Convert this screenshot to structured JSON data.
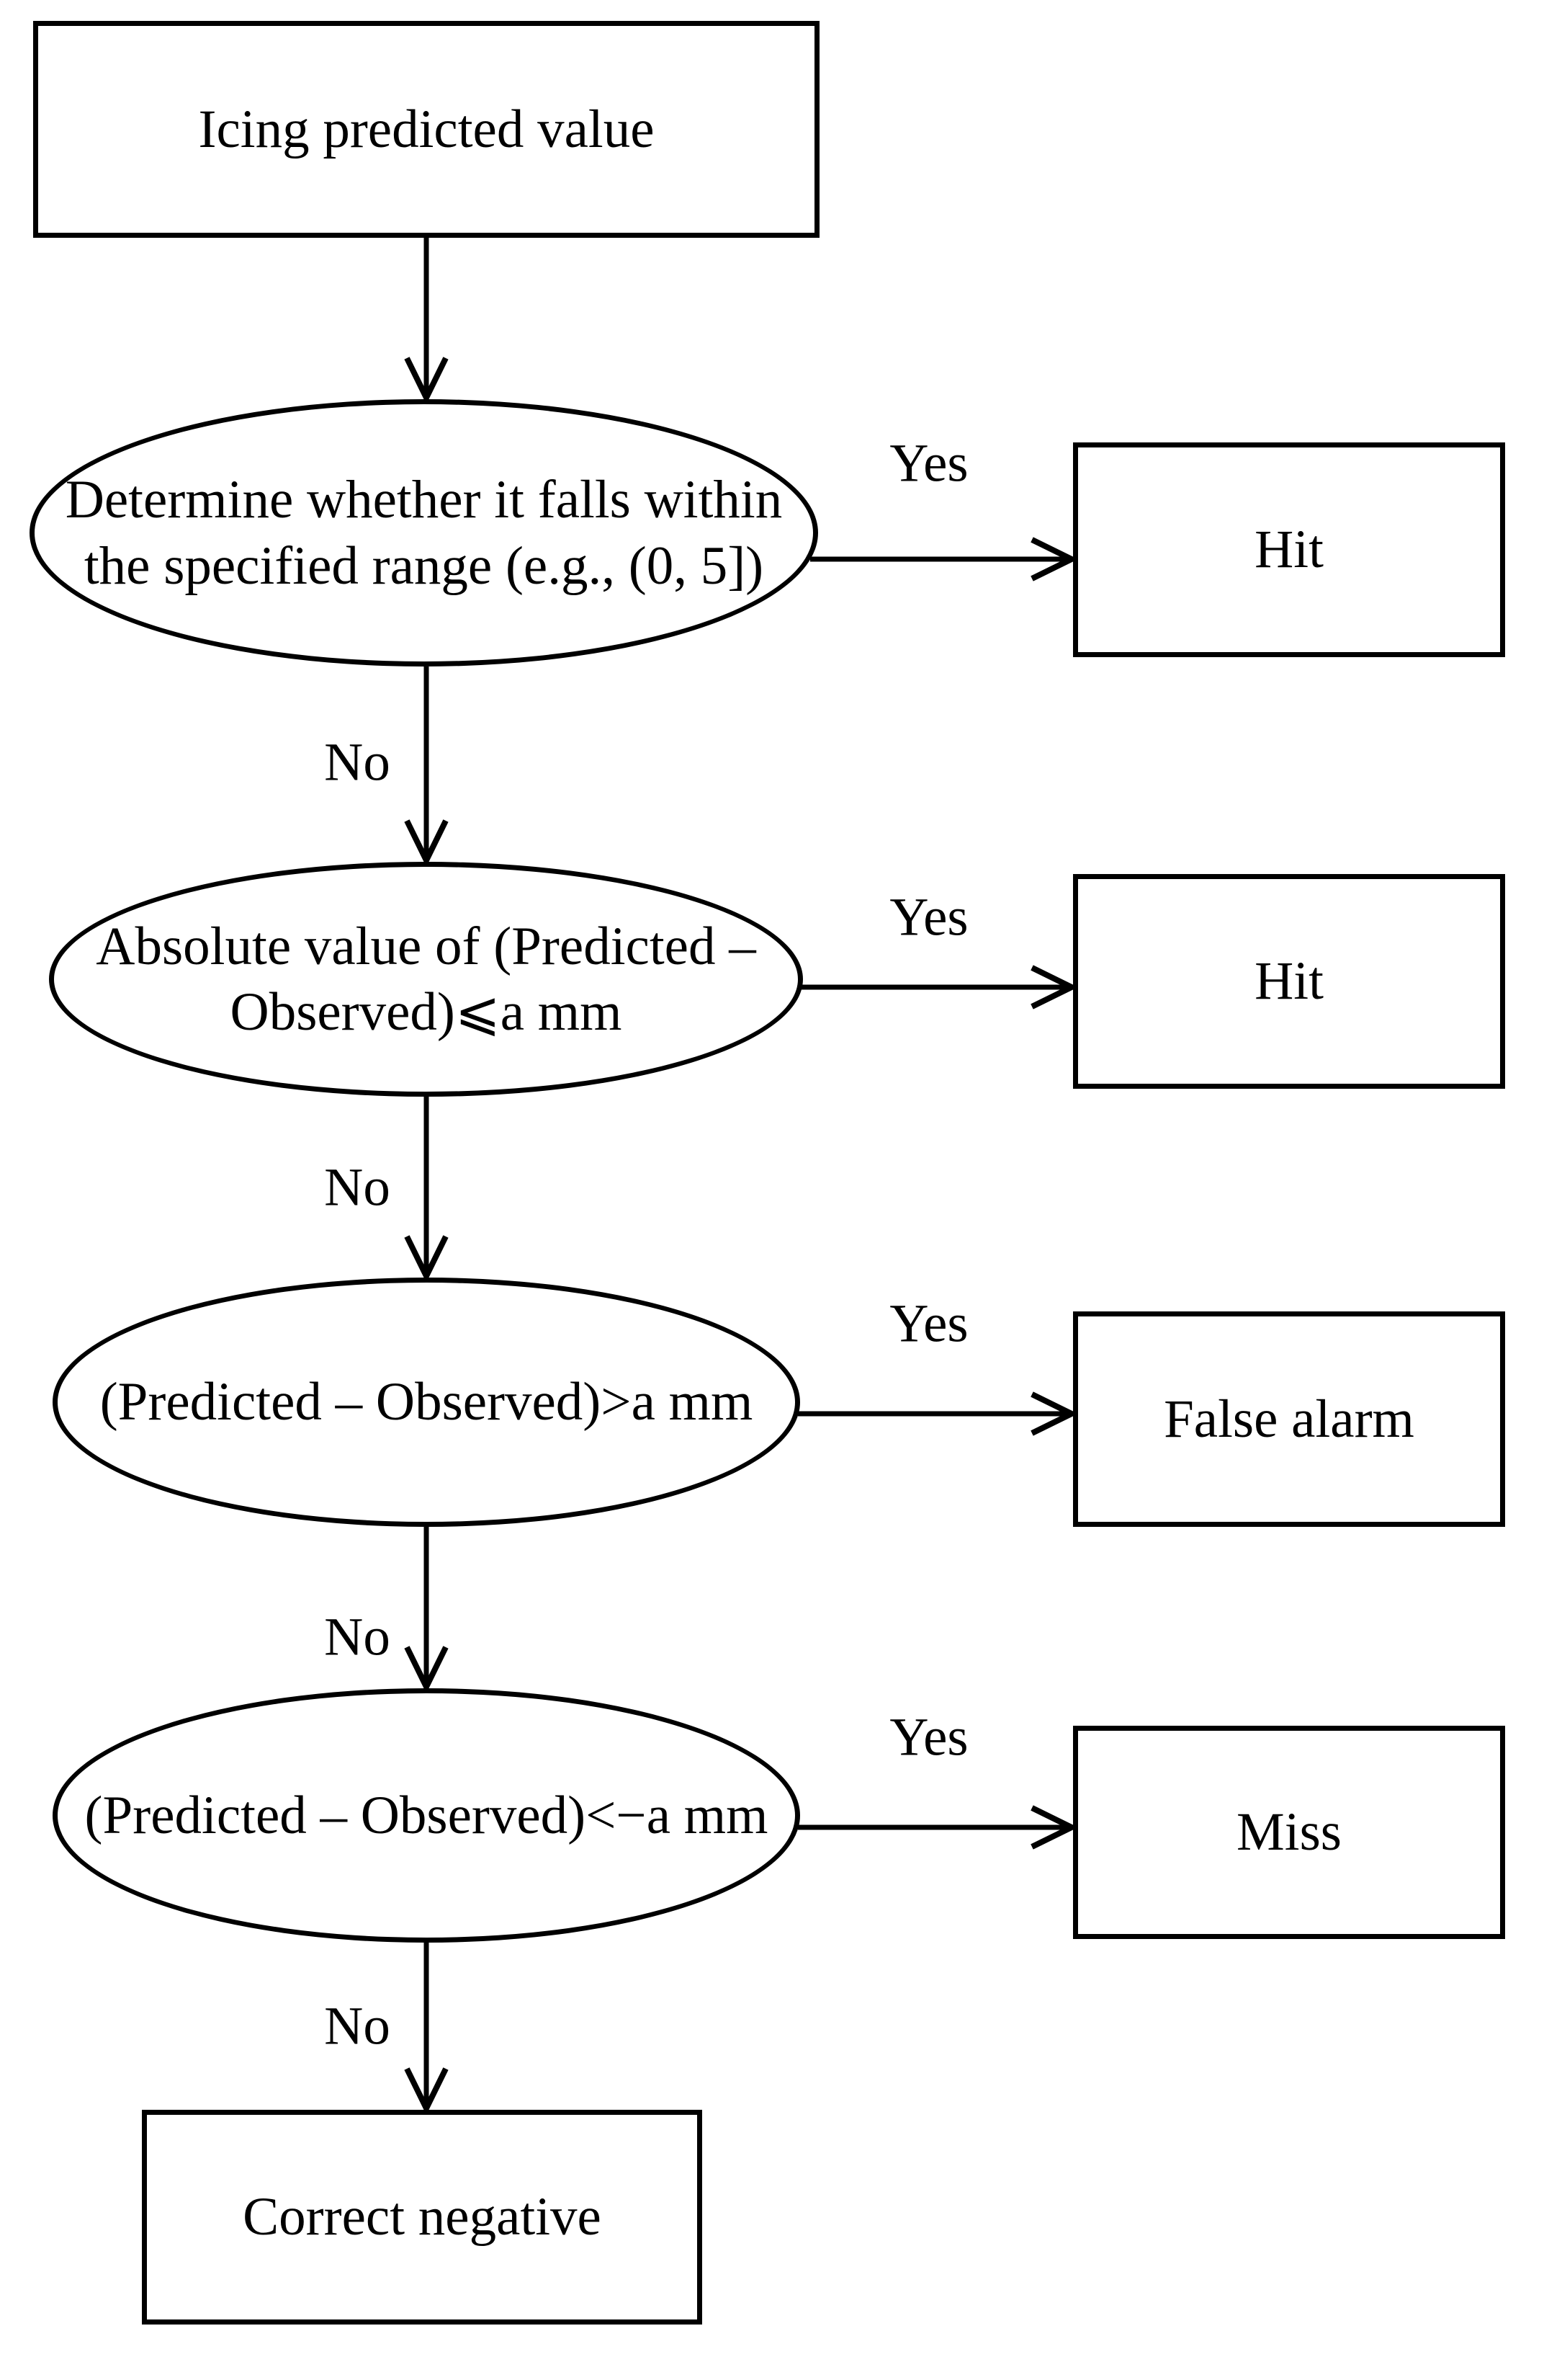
{
  "diagram": {
    "nodes": {
      "start": "Icing predicted value",
      "range_check": "Determine whether it falls within\nthe specified range (e.g., (0, 5])",
      "abs_diff_check": "Absolute value of (Predicted –\nObserved)⩽a mm",
      "over_check": "(Predicted – Observed)>a mm",
      "under_check": "(Predicted – Observed)<−a mm",
      "hit_1": "Hit",
      "hit_2": "Hit",
      "false_alarm": "False alarm",
      "miss": "Miss",
      "correct_negative": "Correct negative"
    },
    "labels": {
      "yes_1": "Yes",
      "yes_2": "Yes",
      "yes_3": "Yes",
      "yes_4": "Yes",
      "no_1": "No",
      "no_2": "No",
      "no_3": "No",
      "no_4": "No"
    },
    "colors": {
      "stroke": "#000000",
      "text": "#000000",
      "background": "#ffffff"
    }
  }
}
